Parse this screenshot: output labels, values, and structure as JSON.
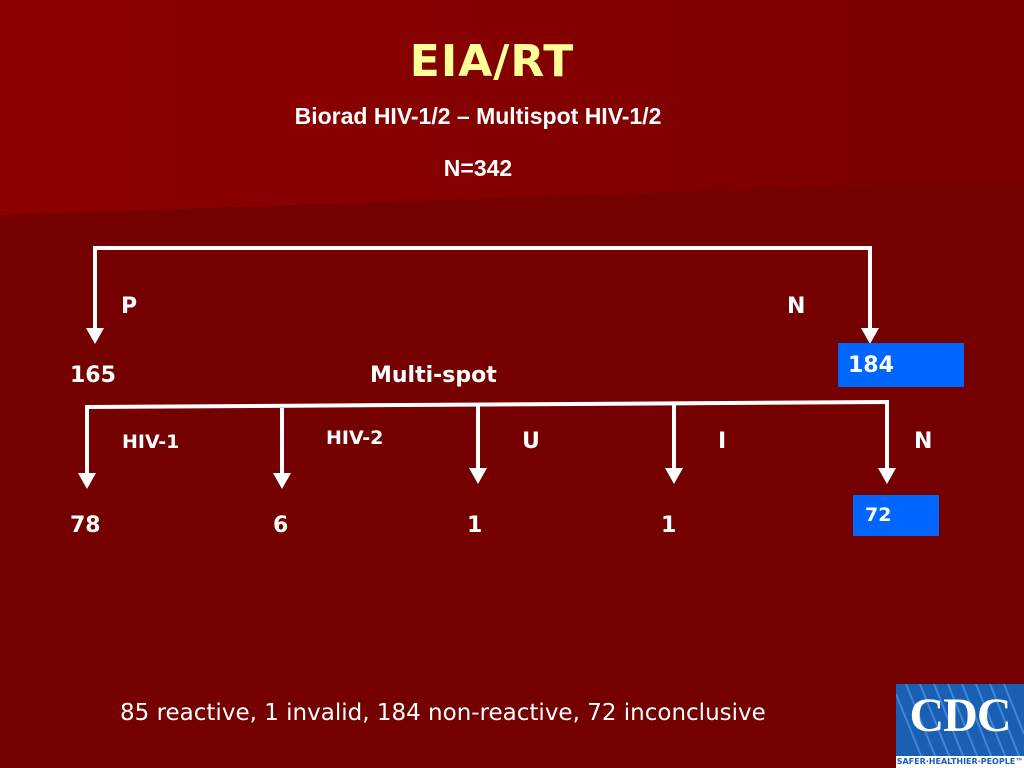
{
  "title": "EIA/RT",
  "subtitle": "Biorad HIV-1/2 – Multispot HIV-1/2",
  "total": "N=342",
  "level1": {
    "positive_label": "P",
    "negative_label": "N",
    "positive_count": "165",
    "negative_count": "184",
    "test_label": "Multi-spot"
  },
  "level2": {
    "branches": [
      {
        "label": "HIV-1",
        "count": "78"
      },
      {
        "label": "HIV-2",
        "count": "6"
      },
      {
        "label": "U",
        "count": "1"
      },
      {
        "label": "I",
        "count": "1"
      },
      {
        "label": "N",
        "count": "72"
      }
    ]
  },
  "footer": "85 reactive, 1 invalid, 184 non-reactive, 72 inconclusive",
  "logo": {
    "text": "CDC",
    "tagline": "SAFER·HEALTHIER·PEOPLE™"
  },
  "colors": {
    "background": "#750000",
    "title": "#ffff99",
    "highlight_box": "#0066ff",
    "lines": "#ffffff"
  }
}
